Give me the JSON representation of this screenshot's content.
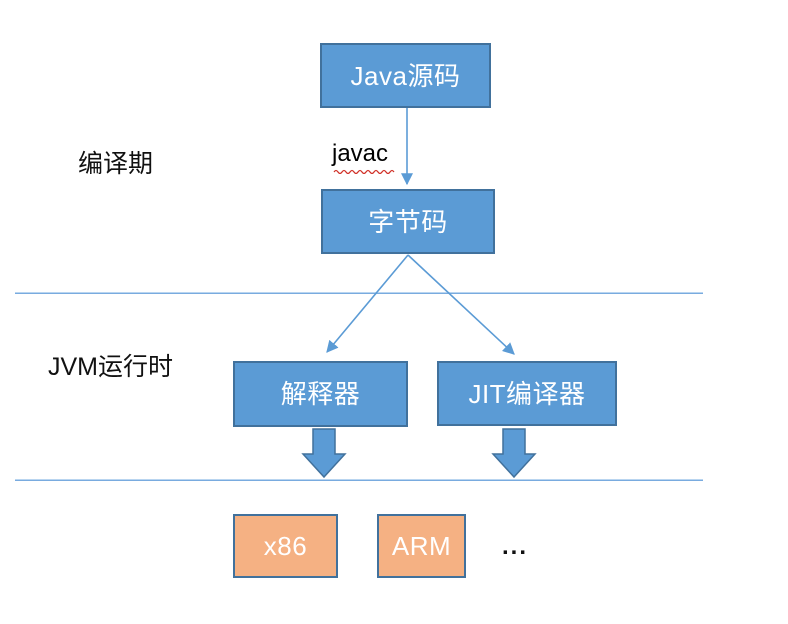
{
  "diagram": {
    "phase_labels": {
      "compile": "编译期",
      "runtime": "JVM运行时"
    },
    "nodes": {
      "java_source": "Java源码",
      "bytecode": "字节码",
      "interpreter": "解释器",
      "jit_compiler": "JIT编译器",
      "x86": "x86",
      "arm": "ARM",
      "ellipsis": "..."
    },
    "edge_labels": {
      "javac": "javac"
    },
    "edges": [
      {
        "from": "java_source",
        "to": "bytecode",
        "label": "javac",
        "style": "thin-arrow"
      },
      {
        "from": "bytecode",
        "to": "interpreter",
        "label": "",
        "style": "thin-arrow"
      },
      {
        "from": "bytecode",
        "to": "jit_compiler",
        "label": "",
        "style": "thin-arrow"
      },
      {
        "from": "interpreter",
        "to": "machine-code-zone",
        "label": "",
        "style": "thick-arrow"
      },
      {
        "from": "jit_compiler",
        "to": "machine-code-zone",
        "label": "",
        "style": "thick-arrow"
      }
    ],
    "colors": {
      "node_fill_blue": "#5b9bd5",
      "node_border": "#41719c",
      "node_fill_orange": "#f5b183",
      "arrow_blue": "#5b9bd5",
      "divider_blue": "#79abdf",
      "divider_blue_light": "#b9d5f0",
      "javac_underline_red": "#d03027",
      "text_on_node": "#ffffff",
      "text_plain": "#111111"
    }
  }
}
